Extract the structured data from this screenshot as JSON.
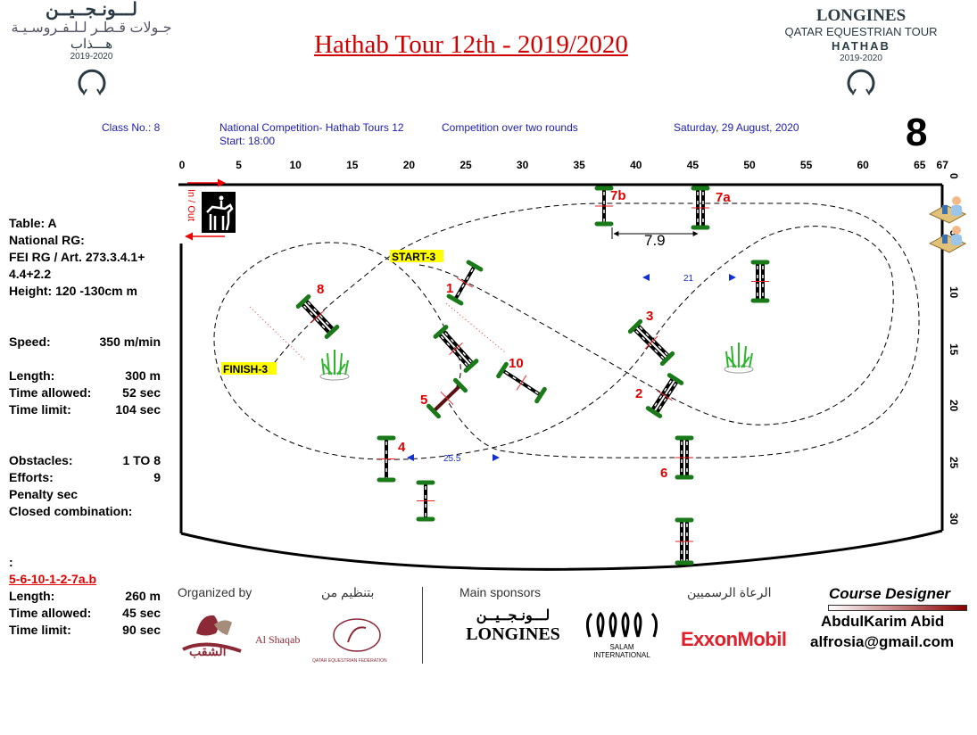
{
  "header": {
    "left_logo": {
      "arabic_brand": "لـــونـجــيــن",
      "arabic_tour": "جـولات قـطـر لـلـفـروسـيـة",
      "arabic_hathab": "هـــذاب",
      "season": "2019-2020"
    },
    "right_logo": {
      "brand": "LONGINES",
      "tour": "QATAR EQUESTRIAN TOUR",
      "event": "HATHAB",
      "season": "2019-2020"
    },
    "title": "Hathab Tour 12th - 2019/2020",
    "class_no": "Class No.: 8",
    "competition": "National Competition- Hathab Tours 12",
    "start": "Start: 18:00",
    "format": "Competition over two rounds",
    "date": "Saturday, 29 August, 2020",
    "class_big": "8"
  },
  "ruler_x": [
    "0",
    "5",
    "10",
    "15",
    "20",
    "25",
    "30",
    "35",
    "40",
    "45",
    "50",
    "55",
    "60",
    "65",
    "67"
  ],
  "ruler_y": [
    "0",
    "5",
    "10",
    "15",
    "20",
    "25",
    "30"
  ],
  "left_panel": {
    "table": "Table: A",
    "national_rg": "National RG:",
    "fei_rg": "FEI RG / Art. 273.3.4.1+",
    "fei_rg2": "4.4+2.2",
    "height": "Height: 120 -130cm  m",
    "speed_label": "Speed:",
    "speed_value": "350  m/min",
    "length_label": "Length:",
    "length_value": "300    m",
    "time_allowed_label": "Time allowed:",
    "time_allowed_value": "52  sec",
    "time_limit_label": "Time limit:",
    "time_limit_value": "104  sec",
    "obstacles_label": "Obstacles:",
    "obstacles_value": "1 TO 8",
    "efforts_label": "Efforts:",
    "efforts_value": "9",
    "penalty": "Penalty sec",
    "closed_combination": "Closed combination:",
    "colon": ":",
    "jumpoff_sequence": "5-6-10-1-2-7a.b",
    "jo_length_label": "Length:",
    "jo_length_value": "260    m",
    "jo_time_allowed_label": "Time allowed:",
    "jo_time_allowed_value": "45  sec",
    "jo_time_limit_label": "Time limit:",
    "jo_time_limit_value": "90  sec"
  },
  "arena": {
    "in_out": "In / Out",
    "start_label": "START-3",
    "finish_label": "FINISH-3",
    "distance_7": "7.9",
    "distance_21": "21",
    "distance_25": "25.5",
    "obstacle_numbers": [
      "1",
      "2",
      "3",
      "4",
      "5",
      "6",
      "7a",
      "7b",
      "8",
      "10"
    ]
  },
  "footer": {
    "organized_by": "Organized by",
    "organized_by_ar": "بتنظيم من",
    "al_shaqab": "Al Shaqab",
    "al_shaqab_ar": "الشقب",
    "qef": "QATAR EQUESTRIAN FEDERATION",
    "main_sponsors": "Main sponsors",
    "main_sponsors_ar": "الرعاة الرسميين",
    "longines_ar": "لـــونـجــيــن",
    "longines": "LONGINES",
    "salam": "SALAM INTERNATIONAL",
    "exxon": "ExxonMobil",
    "designer_title": "Course Designer",
    "designer_name": "AbdulKarim Abid",
    "designer_email": "alfrosia@gmail.com"
  },
  "colors": {
    "title_red": "#d00000",
    "info_blue": "#2020b0",
    "pole_green": "#1a7a1a",
    "highlight_yellow": "#ffff00"
  }
}
